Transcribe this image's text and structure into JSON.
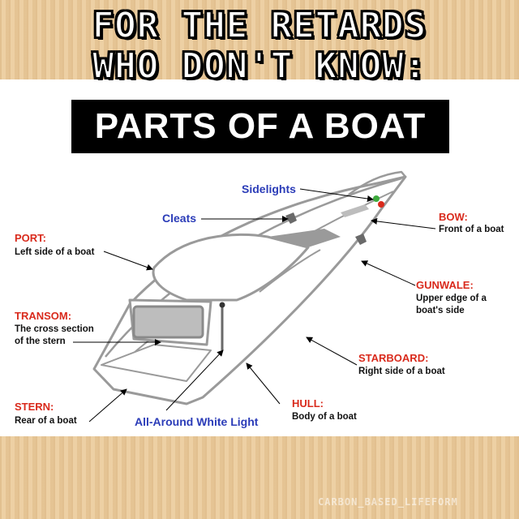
{
  "header": {
    "line1": "FOR THE RETARDS",
    "line2": "WHO DON'T KNOW:",
    "title": "PARTS OF A BOAT"
  },
  "labels": {
    "sidelights": "Sidelights",
    "cleats": "Cleats",
    "bow": "BOW:",
    "bow_desc": "Front of a boat",
    "port": "PORT:",
    "port_desc": "Left side of a boat",
    "gunwale": "GUNWALE:",
    "gunwale_desc1": "Upper edge of a",
    "gunwale_desc2": "boat's side",
    "transom": "TRANSOM:",
    "transom_desc1": "The cross section",
    "transom_desc2": "of the stern",
    "starboard": "STARBOARD:",
    "starboard_desc": "Right side of a boat",
    "stern": "STERN:",
    "stern_desc": "Rear of a boat",
    "hull": "HULL:",
    "hull_desc": "Body of a boat",
    "all_around": "All-Around White Light"
  },
  "watermark": "CARBON_BASED_LIFEFORM",
  "colors": {
    "part_label": "#d92a1c",
    "equipment_label": "#2b3cb8",
    "title_bg": "#000000",
    "background": "#e9c99a"
  }
}
